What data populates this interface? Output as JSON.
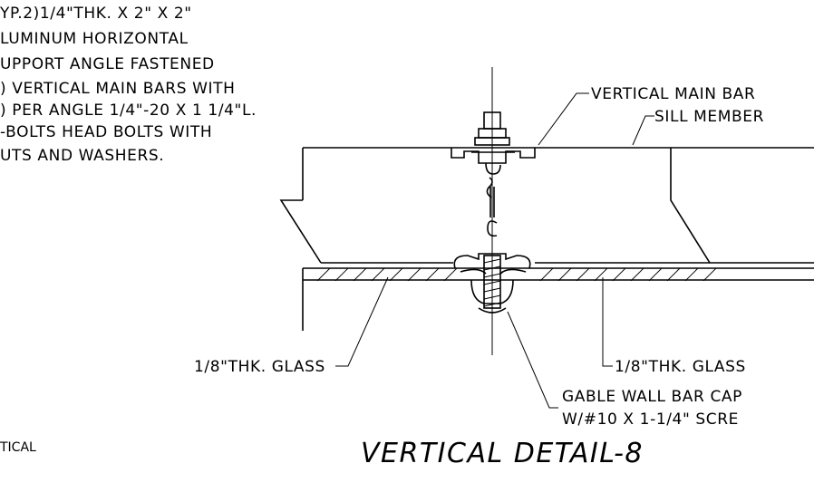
{
  "notes": {
    "left_note": [
      "YP.2)1/4\"THK. X 2\" X 2\"",
      "LUMINUM HORIZONTAL",
      "UPPORT ANGLE FASTENED",
      ") VERTICAL MAIN BARS WITH",
      ") PER ANGLE 1/4\"-20 X 1 1/4\"L.",
      "-BOLTS HEAD BOLTS WITH",
      "UTS AND WASHERS."
    ],
    "bottom_left_fragment": "TICAL"
  },
  "callouts": {
    "vertical_main_bar": "VERTICAL MAIN BAR",
    "sill_member": "SILL MEMBER",
    "glass_left": "1/8\"THK. GLASS",
    "glass_right": "1/8\"THK. GLASS",
    "bar_cap_line1": "GABLE WALL BAR CAP",
    "bar_cap_line2": "W/#10 X 1-1/4\" SCRE"
  },
  "title": "VERTICAL DETAIL-8"
}
